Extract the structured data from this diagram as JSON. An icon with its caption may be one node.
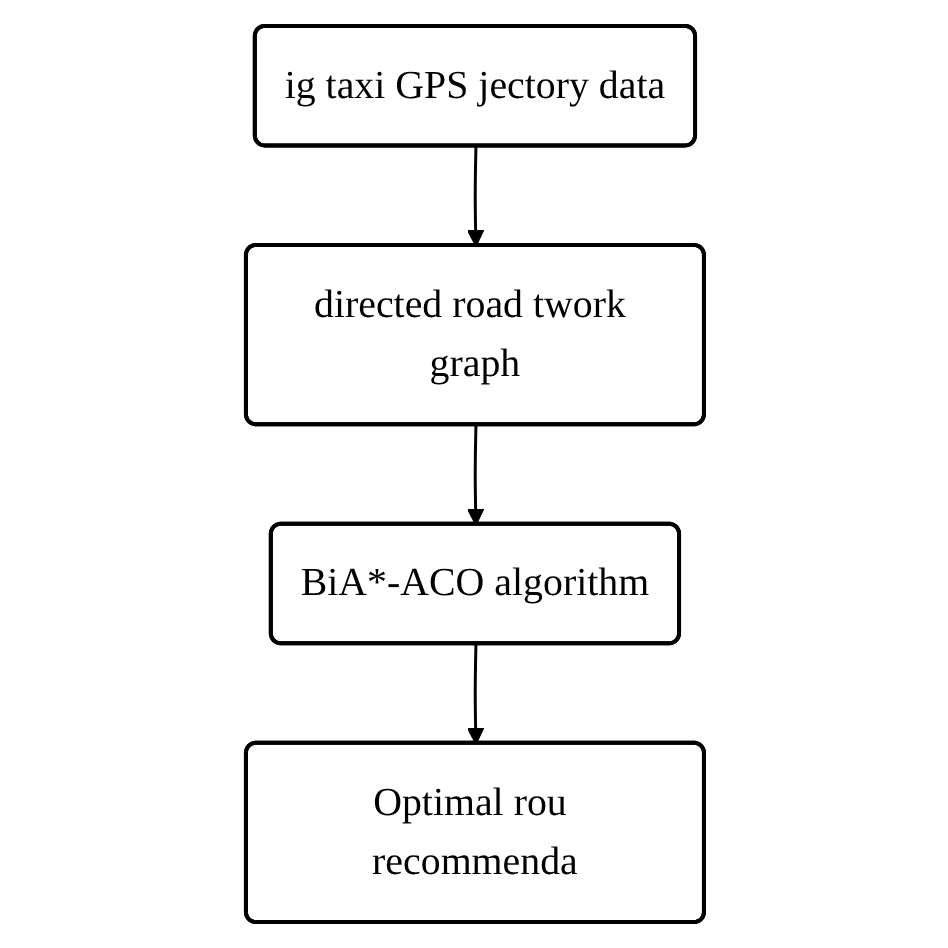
{
  "diagram": {
    "nodes": [
      {
        "text": [
          "ig taxi GPS jectory data"
        ]
      },
      {
        "text": [
          "Optimal rou recommenda"
        ]
      },
      {
        "text": [
          "directed road twork graph"
        ]
      },
      {
        "text": [
          "BiA*-ACO algorithm"
        ]
      }
    ],
    "edges": [
      {
        "from": 0,
        "to": 2,
        "arrow": "to"
      },
      {
        "from": 2,
        "to": 3,
        "arrow": "to"
      },
      {
        "from": 3,
        "to": 1,
        "arrow": "to"
      }
    ]
  }
}
